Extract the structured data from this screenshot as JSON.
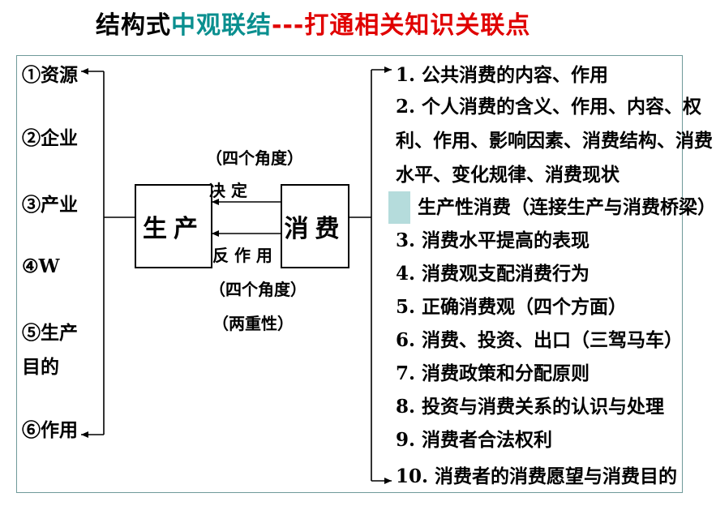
{
  "title": {
    "part1": "结构式",
    "part2": "中观联结",
    "part3": "---打通相关知识",
    "part4": "关联点",
    "colors": {
      "part1": "#000000",
      "part2": "#0a8f8f",
      "part3": "#e00000",
      "part4": "#e00000"
    }
  },
  "left_items": {
    "i1": "①资源",
    "i2": "②企业",
    "i3": "③产业",
    "i4": "④W",
    "i5a": "⑤生产",
    "i5b": "目的",
    "i6": "⑥作用"
  },
  "center": {
    "production": "生产",
    "consumption": "消费",
    "top_label_1": "（四个角度）",
    "top_label_2": "决 定",
    "bottom_label_1": "反 作 用",
    "bottom_label_2": "（四个角度）",
    "bottom_label_3": "（两重性）"
  },
  "right_items": {
    "r1": "1. 公共消费的内容、作用",
    "r2a": "2. 个人消费的含义、作用、内容、权",
    "r2b": "利、作用、影响因素、消费结构、消费",
    "r2c": "水平、变化规律、消费现状",
    "r2d": "生产性消费（连接生产与消费桥梁）",
    "r3": "3. 消费水平提高的表现",
    "r4": "4. 消费观支配消费行为",
    "r5": "5. 正确消费观（四个方面）",
    "r6": "6. 消费、投资、出口（三驾马车）",
    "r7": "7. 消费政策和分配原则",
    "r8": "8. 投资与消费关系的认识与处理",
    "r9": "9. 消费者合法权利",
    "r10": "10. 消费者的消费愿望与消费目的"
  }
}
